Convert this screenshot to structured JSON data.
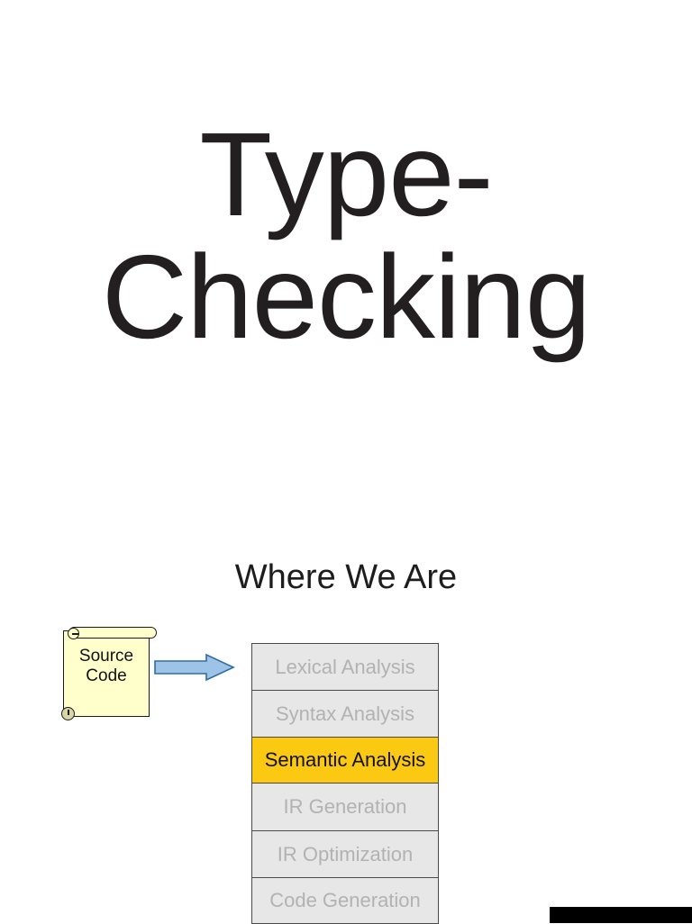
{
  "slide": {
    "title": "Type-\nChecking",
    "section_heading": "Where We Are"
  },
  "source_artifact": {
    "name": "source-code-scroll",
    "label": "Source\nCode",
    "fill_color": "#FFFFCC",
    "border_color": "#1A1A1A"
  },
  "arrow": {
    "name": "right-arrow",
    "direction": "right",
    "fill_color": "#9DC3E6",
    "border_color": "#2E6DA4"
  },
  "pipeline": {
    "name": "compiler-pipeline",
    "active_stage": "Semantic Analysis",
    "active_color": "#FBC912",
    "inactive_fill": "#E7E7E7",
    "inactive_text": "#B2B2B2",
    "border_color": "#4A4A4A",
    "stages": [
      {
        "label": "Lexical Analysis",
        "state": "inactive"
      },
      {
        "label": "Syntax Analysis",
        "state": "inactive"
      },
      {
        "label": "Semantic Analysis",
        "state": "active"
      },
      {
        "label": "IR Generation",
        "state": "inactive"
      },
      {
        "label": "IR Optimization",
        "state": "inactive"
      },
      {
        "label": "Code Generation",
        "state": "inactive"
      }
    ]
  },
  "footer": {
    "name": "bottom-black-bar",
    "color": "#000000"
  }
}
